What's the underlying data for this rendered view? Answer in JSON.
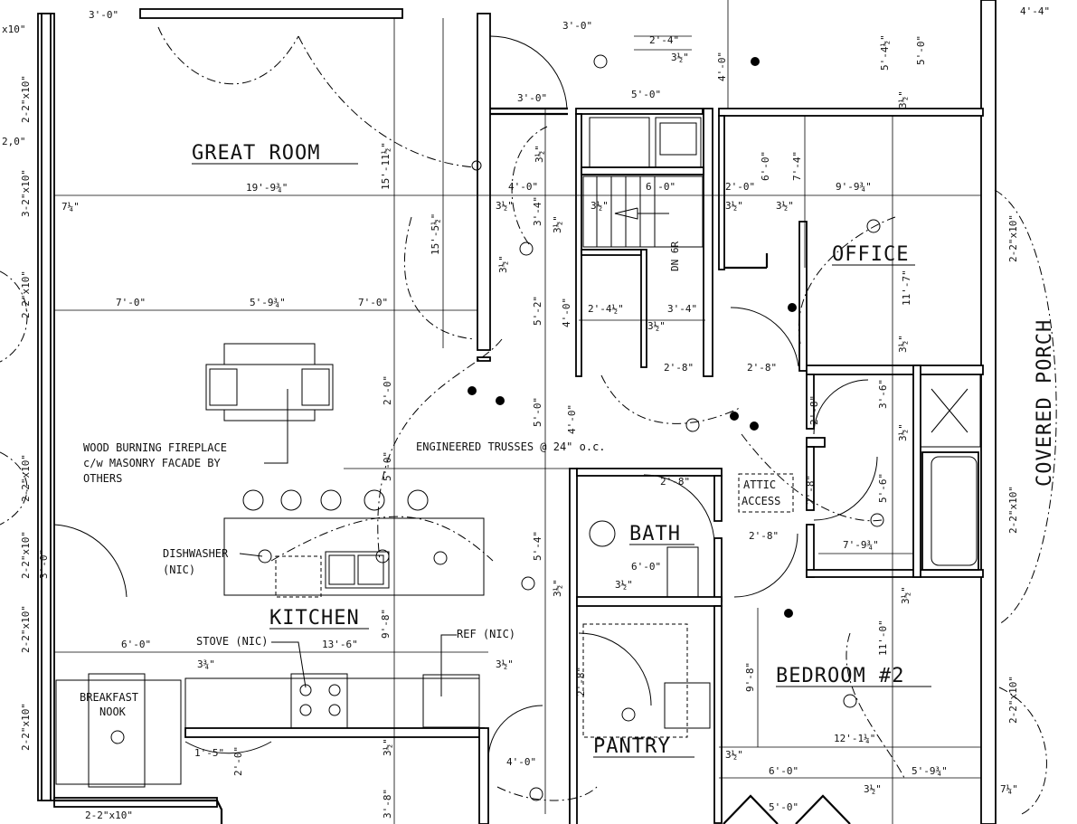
{
  "rooms": {
    "great_room": "GREAT ROOM",
    "office": "OFFICE",
    "kitchen": "KITCHEN",
    "bath": "BATH",
    "pantry": "PANTRY",
    "bedroom2": "BEDROOM #2",
    "covered_porch": "COVERED PORCH",
    "breakfast_nook_1": "BREAKFAST",
    "breakfast_nook_2": "NOOK",
    "attic_access_1": "ATTIC",
    "attic_access_2": "ACCESS",
    "stair_dn": "DN 6R"
  },
  "notes": {
    "fireplace_1": "WOOD BURNING FIREPLACE",
    "fireplace_2": "c/w MASONRY FACADE BY",
    "fireplace_3": "OTHERS",
    "trusses": "ENGINEERED TRUSSES @ 24\" o.c.",
    "dishwasher_1": "DISHWASHER",
    "dishwasher_2": "(NIC)",
    "stove": "STOVE (NIC)",
    "ref": "REF (NIC)"
  },
  "dims": {
    "d01": "3'-0\"",
    "d02": "3'-0\"",
    "d03": "2'-4\"",
    "d04": "3½\"",
    "d05": "4'-4\"",
    "d06": "4'-0\"",
    "d07": "5'-4½\"",
    "d08": "5'-0\"",
    "d09": "3'-0\"",
    "d10": "5'-0\"",
    "d11": "19'-9¾\"",
    "d12": "7¼\"",
    "d13": "15'-11½\"",
    "d14": "15'-5½\"",
    "d15": "4'-0\"",
    "d16": "6'-0\"",
    "d17": "2'-0\"",
    "d18": "9'-9¾\"",
    "d19": "3½\"",
    "d20": "3½\"",
    "d21": "3½\"",
    "d22": "3½\"",
    "d23": "3½\"",
    "d24": "3'-4\"",
    "d25": "6'-0\"",
    "d26": "7'-4\"",
    "d27": "3½\"",
    "d28": "7'-0\"",
    "d29": "5'-9¾\"",
    "d30": "7'-0\"",
    "d31": "2'-0\"",
    "d32": "2'-4½\"",
    "d33": "3'-4\"",
    "d34": "3½\"",
    "d35": "4'-0\"",
    "d36": "5'-2\"",
    "d37": "11'-7\"",
    "d38": "2'-8\"",
    "d39": "2'-8\"",
    "d40": "3½\"",
    "d41": "3'-6\"",
    "d42": "2'-8\"",
    "d43": "3½\"",
    "d44": "5'-0\"",
    "d45": "4'-0\"",
    "d46": "2'-8\"",
    "d47": "2'-8\"",
    "d48": "5'-6\"",
    "d49": "2'-8\"",
    "d50": "5'-4\"",
    "d51": "7'-9¾\"",
    "d52": "6'-0\"",
    "d53": "3½\"",
    "d54": "3½\"",
    "d55": "3½\"",
    "d56": "9'-8\"",
    "d57": "6'-0\"",
    "d58": "13'-6\"",
    "d59": "3¾\"",
    "d60": "3½\"",
    "d61": "11'-0\"",
    "d62": "9'-8\"",
    "d63": "1'-5\"",
    "d64": "2'-0\"",
    "d65": "4'-0\"",
    "d66": "3½\"",
    "d67": "12'-1¼\"",
    "d68": "6'-0\"",
    "d69": "5'-9¾\"",
    "d70": "3½\"",
    "d71": "7¼\"",
    "d72": "5'-0\"",
    "d73": "3'-8\"",
    "d74": "3½\"",
    "d75": "2'-8\"",
    "d76": "3½\"",
    "d77": "3½\"",
    "d78": "5'-0\""
  },
  "windows": {
    "w01": "2-2\"x10\"",
    "w02": "3-2\"x10\"",
    "w03": "2-2\"x10\"",
    "w04": "2-2\"x10\"",
    "w05": "2-2\"x10\"",
    "w06": "2-2\"x10\"",
    "w07": "2-2\"x10\"",
    "w08": "2-2\"x10\"",
    "w09": "2-2\"x10\"",
    "w10": "2-2\"x10\"",
    "w11": "2-2\"x10\"",
    "w12": "2-2\"x10\"",
    "w13": "2,0\"",
    "w14": "x10\""
  }
}
